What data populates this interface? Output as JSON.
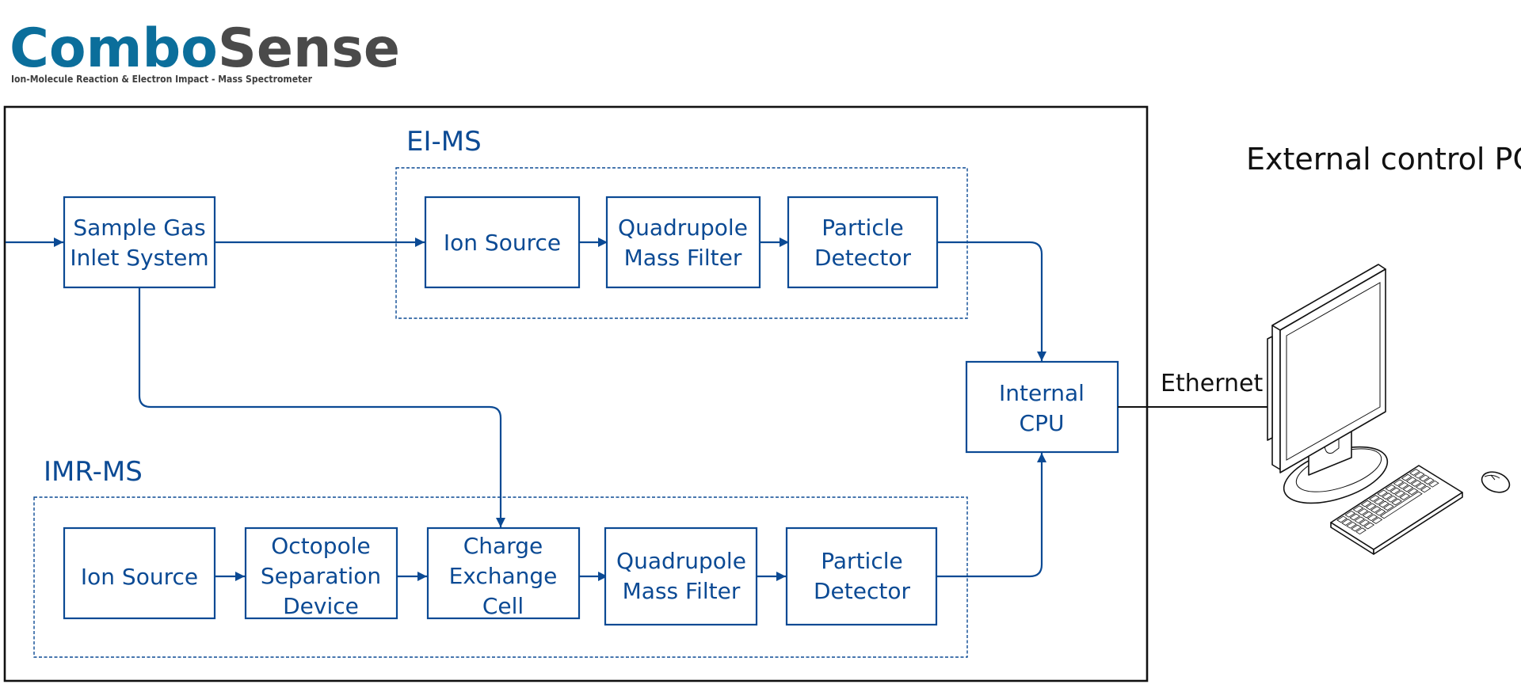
{
  "logo": {
    "name_part1": "Combo",
    "name_part2": "Sense",
    "subtitle": "Ion-Molecule Reaction & Electron Impact - Mass Spectrometer",
    "color_part1": "#0b6e9b",
    "color_part2": "#4a4a4a"
  },
  "colors": {
    "block_blue": "#0b4a94",
    "outline_black": "#111111"
  },
  "inlet": {
    "line1": "Sample Gas",
    "line2": "Inlet System"
  },
  "groups": {
    "ei_ms": {
      "label": "EI-MS",
      "blocks": [
        {
          "lines": [
            "Ion Source"
          ]
        },
        {
          "lines": [
            "Quadrupole",
            "Mass Filter"
          ]
        },
        {
          "lines": [
            "Particle",
            "Detector"
          ]
        }
      ]
    },
    "imr_ms": {
      "label": "IMR-MS",
      "blocks": [
        {
          "lines": [
            "Ion Source"
          ]
        },
        {
          "lines": [
            "Octopole",
            "Separation",
            "Device"
          ]
        },
        {
          "lines": [
            "Charge",
            "Exchange",
            "Cell"
          ]
        },
        {
          "lines": [
            "Quadrupole",
            "Mass Filter"
          ]
        },
        {
          "lines": [
            "Particle",
            "Detector"
          ]
        }
      ]
    }
  },
  "cpu": {
    "line1": "Internal",
    "line2": "CPU"
  },
  "connection": {
    "label": "Ethernet"
  },
  "external": {
    "label": "External control PC",
    "icon": "desktop-computer-icon"
  }
}
